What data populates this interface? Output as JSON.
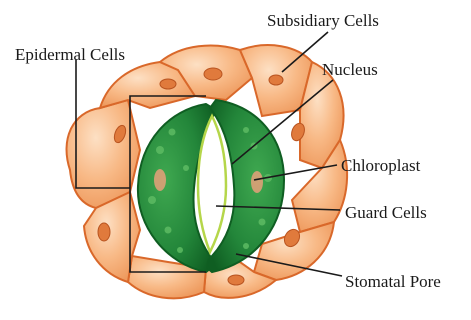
{
  "labels": {
    "subsidiary_cells": "Subsidiary Cells",
    "epidermal_cells": "Epidermal Cells",
    "nucleus": "Nucleus",
    "chloroplast": "Chloroplast",
    "guard_cells": "Guard Cells",
    "stomatal_pore": "Stomatal Pore"
  },
  "colors": {
    "cell_fill": "#f7b27e",
    "cell_outline": "#d9682a",
    "cell_highlight": "#fbd3b0",
    "nucleus_fill": "#e07a3c",
    "guard_cell_fill": "#2a8a3c",
    "guard_cell_dark": "#146a26",
    "chloroplast_dot": "#5dbb63",
    "pore_fill": "#ffffff",
    "pore_rim": "#b5d64a",
    "guard_nucleus": "#e8a07a"
  }
}
